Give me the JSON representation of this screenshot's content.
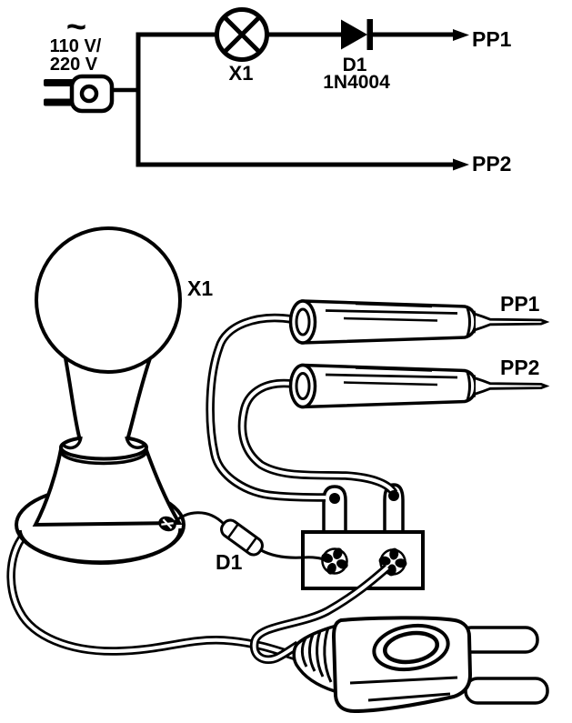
{
  "figure": {
    "ink_color": "#000000",
    "paper_color": "#ffffff"
  },
  "schematic": {
    "supply_ac_symbol": "~",
    "supply_voltage_line1": "110 V/",
    "supply_voltage_line2": "220 V",
    "lamp_ref": "X1",
    "diode_ref": "D1",
    "diode_part": "1N4004",
    "output1_label": "PP1",
    "output2_label": "PP2"
  },
  "pictorial": {
    "lamp_ref": "X1",
    "diode_ref": "D1",
    "probe1_label": "PP1",
    "probe2_label": "PP2"
  }
}
